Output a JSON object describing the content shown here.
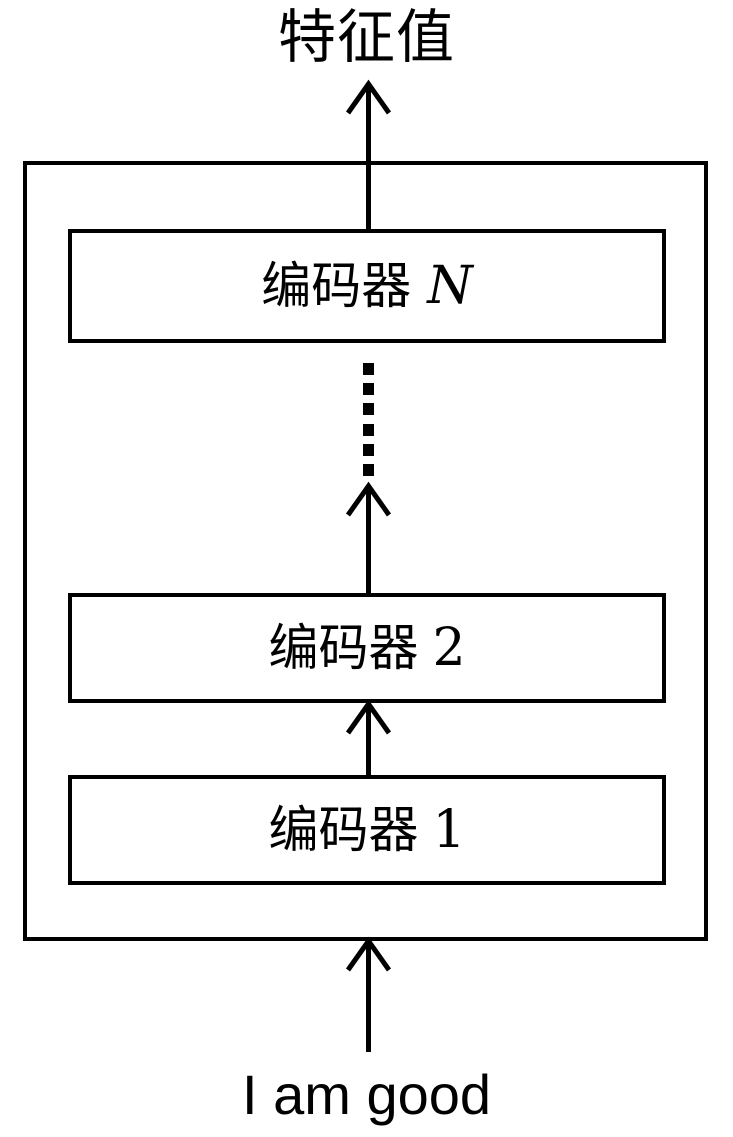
{
  "diagram": {
    "type": "flow-diagram",
    "title_top": "特征值",
    "input_text": "I am good",
    "background_color": "#ffffff",
    "stroke_color": "#000000",
    "outer_container": {
      "name": "encoder-stack-container",
      "label": ""
    },
    "blocks": [
      {
        "name": "encoder-n",
        "text": "编码器",
        "index": "N",
        "index_style": "italic"
      },
      {
        "name": "encoder-2",
        "text": "编码器",
        "index": "2",
        "index_style": "normal"
      },
      {
        "name": "encoder-1",
        "text": "编码器",
        "index": "1",
        "index_style": "normal"
      }
    ],
    "connectors": [
      {
        "name": "arrow-output",
        "from": "encoder-stack-container",
        "to": "特征值",
        "style": "solid-arrow-up"
      },
      {
        "name": "arrow-enc2-to-dots",
        "from": "encoder-2",
        "to": "vertical-dots",
        "style": "solid-arrow-up"
      },
      {
        "name": "arrow-enc1-to-enc2",
        "from": "encoder-1",
        "to": "encoder-2",
        "style": "solid-arrow-up"
      },
      {
        "name": "arrow-input",
        "from": "I am good",
        "to": "encoder-stack-container",
        "style": "solid-arrow-up"
      },
      {
        "name": "vertical-dots",
        "from": "encoder-2",
        "to": "encoder-n",
        "style": "dotted",
        "dot_count": 6
      }
    ]
  }
}
